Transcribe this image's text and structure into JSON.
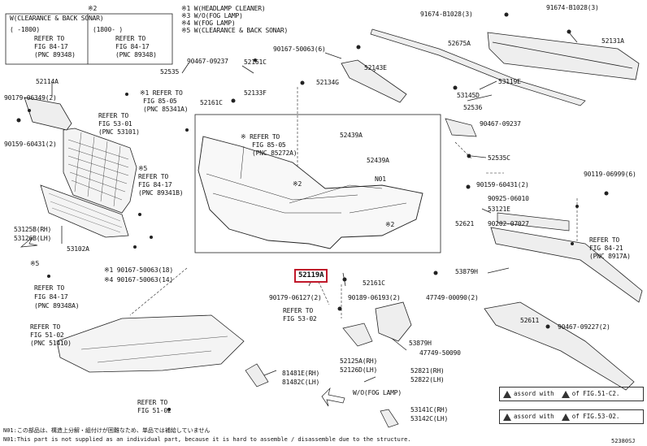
{
  "notes_top": {
    "n2_box_title": "※2",
    "n2_box_heading": "W(CLEARANCE & BACK SONAR)",
    "sub_a": "(     -1800)",
    "sub_b": "(1800-     )",
    "ref_a": [
      "REFER TO",
      "FIG 84-17",
      "(PNC 89348)"
    ],
    "ref_b": [
      "REFER TO",
      "FIG 84-17",
      "(PNC 89348)"
    ],
    "legend": [
      "※1 W(HEADLAMP CLEANER)",
      "※3 W/O(FOG LAMP)",
      "※4 W(FOG LAMP)",
      "※5 W(CLEARANCE & BACK SONAR)"
    ]
  },
  "parts": {
    "p52535": "52535",
    "p90467_09237a": "90467-09237",
    "p52114A": "52114A",
    "p90179_06349": "90179-06349(2)",
    "p90159_60431a": "90159-60431(2)",
    "p52161C_a": "52161C",
    "p52133F": "52133F",
    "p52161C_b": "52161C",
    "p52134G": "52134G",
    "p90167_50063_6": "90167-50063(6)",
    "p52143E": "52143E",
    "p53145D": "53145D",
    "p91674_81028_top": "91674-B1028(3)",
    "p91674_81028_right": "91674-B1028(3)",
    "p52675A": "52675A",
    "p52131A": "52131A",
    "p53119E": "53119E",
    "p52536": "52536",
    "p90467_09237b": "90467-09237",
    "p52535C": "52535C",
    "p52439A_a": "52439A",
    "p52439A_b": "52439A",
    "pN01": "N01",
    "p90159_60431b": "90159-60431(2)",
    "p90119_06999": "90119-06999(6)",
    "p90925_06010": "90925-06010",
    "p53121E": "53121E",
    "p52621": "52621",
    "p90202_07027": "90202-07027",
    "p53879H": "53879H",
    "p47749_00090": "47749-00090(2)",
    "p52611": "52611",
    "p90467_09227": "90467-09227(2)",
    "p52119A": "52119A",
    "p52161C_c": "52161C",
    "p90179_06127": "90179-06127(2)",
    "p90189_06193": "90189-06193(2)",
    "p53125B": "53125B(RH)",
    "p53126B": "53126B(LH)",
    "p53102A": "53102A",
    "p90167_50063_18": "※1 90167-50063(18)",
    "p90167_50063_14": "※4 90167-50063(14)",
    "p53879H_b": "53879H",
    "p47749_50090": "47749-50090",
    "p52125A": "52125A(RH)",
    "p52126D": "52126D(LH)",
    "p52821": "52821(RH)",
    "p52822": "52822(LH)",
    "p81481E": "81481E(RH)",
    "p81482C": "81482C(LH)",
    "wo_fog": "W/O(FOG LAMP)",
    "p53141C": "53141C(RH)",
    "p53142C": "53142C(LH)"
  },
  "refs": {
    "r_53101": [
      "REFER TO",
      "FIG 53-01",
      "(PNC 53101)"
    ],
    "r_85341": [
      "※1 REFER TO",
      "FIG 85-05",
      "(PNC 85341A)"
    ],
    "r_85272": [
      "※ REFER TO",
      "FIG 85-05",
      "(PNC 85272A)"
    ],
    "r_89341": [
      "※5",
      "REFER TO",
      "FIG 84-17",
      "(PNC 89341B)"
    ],
    "r_89348": [
      "※5",
      "REFER TO",
      "FIG 84-17",
      "(PNC 89348A)"
    ],
    "r_51410": [
      "REFER TO",
      "FIG 51-02",
      "(PNC 51410)"
    ],
    "r_53_02": [
      "REFER TO",
      "FIG 53-02"
    ],
    "r_51_02": [
      "REFER TO",
      "FIG 51-02"
    ],
    "r_8917A": [
      "REFER TO",
      "FIG 84-21",
      "(PNC 8917A)"
    ]
  },
  "star_marks": {
    "s2a": "※2",
    "s2b": "※2"
  },
  "legend_right": {
    "row1_a": "assord with",
    "row1_b": "of FIG.51-C2.",
    "row2_a": "assord with",
    "row2_b": "of FIG.53-02."
  },
  "footnote": {
    "line1": "N01:この部品は、構造上分解・組付けが困難なため、単品では補給していません",
    "line2": "N01:This part is not supplied as an individual part, because it is hard to assemble / disassemble due to the structure."
  },
  "diagram_code": "52380SJ",
  "colors": {
    "highlight": "#c0182a",
    "ink": "#222222"
  }
}
